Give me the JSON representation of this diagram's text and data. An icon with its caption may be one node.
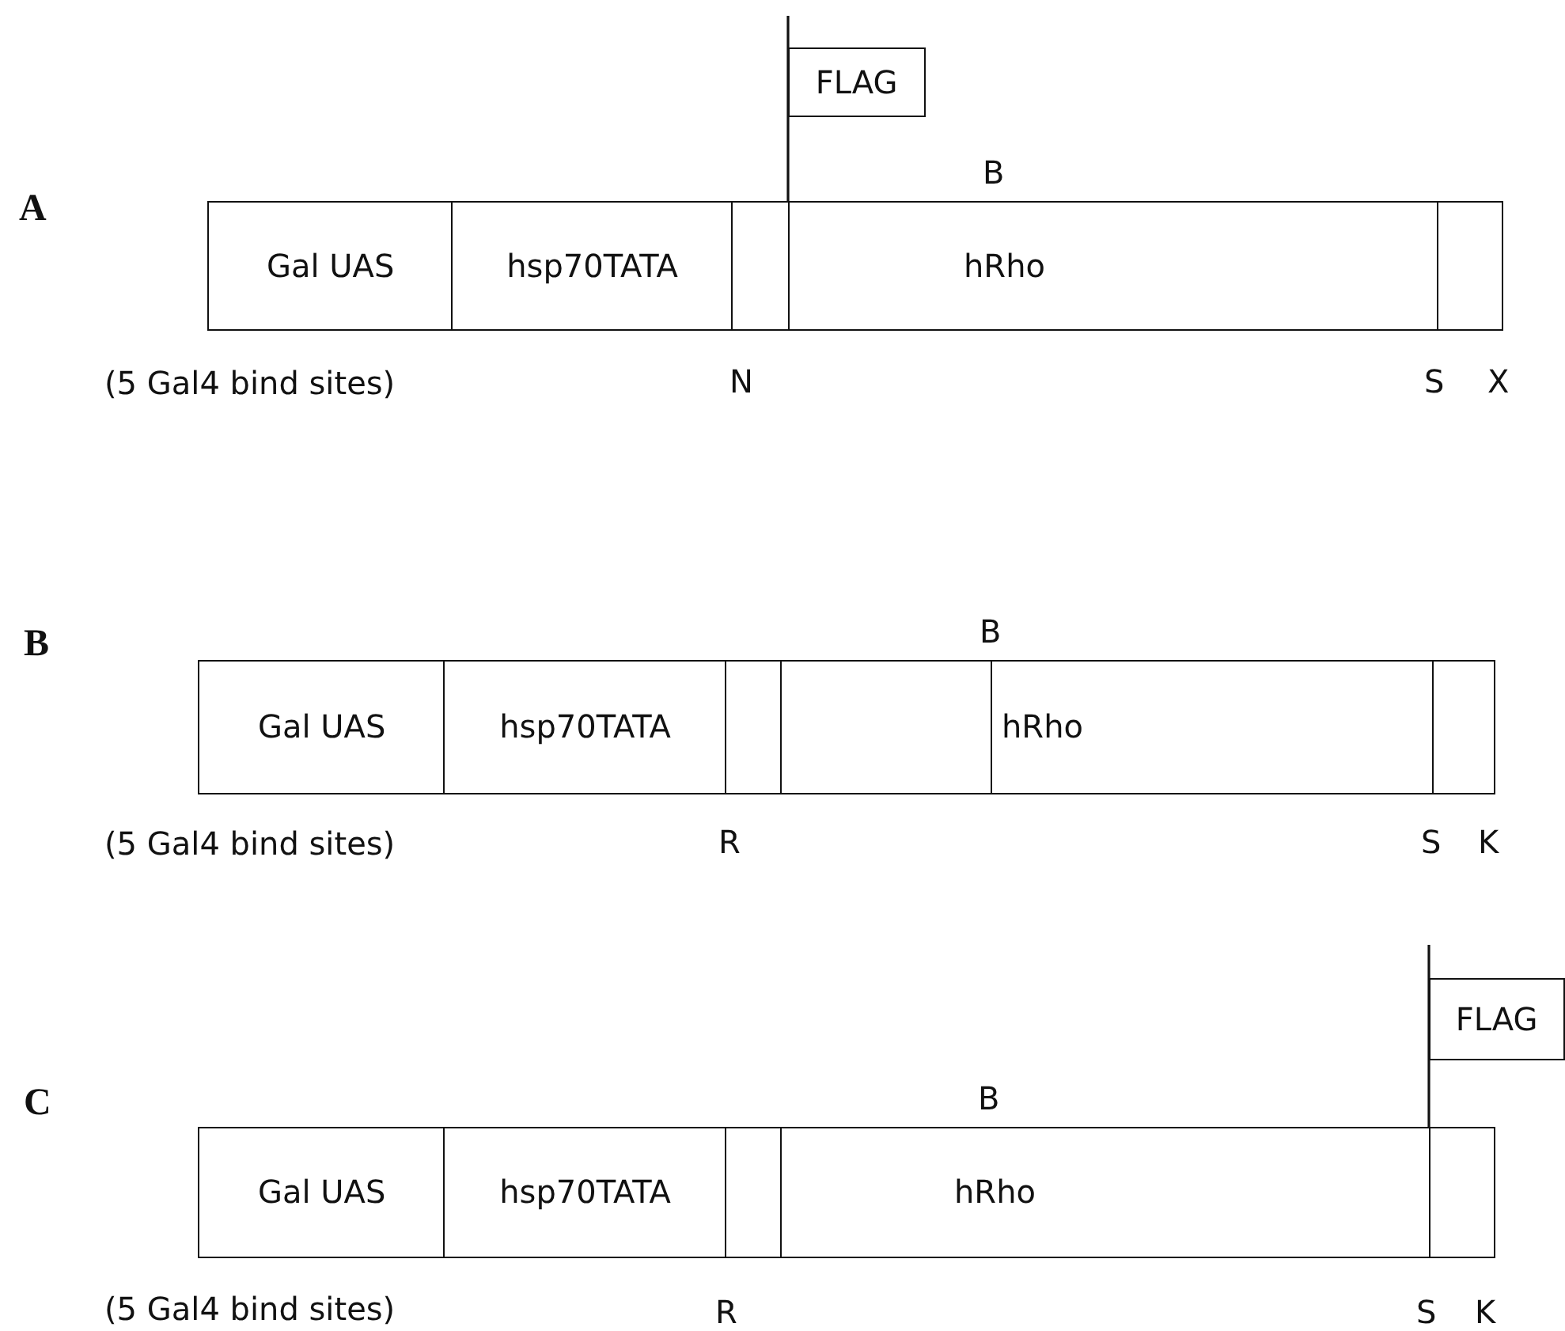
{
  "diagram": {
    "nodes": [
      {
        "text": [
          "Gal UAS"
        ],
        "beside": [
          "(5 Gal4 bind sites)"
        ]
      },
      {
        "text": [
          "hsp70TATA"
        ]
      },
      {
        "text": [],
        "shape": "box"
      },
      {
        "text": [
          "FLAG"
        ]
      },
      {
        "text": [
          "hRho"
        ]
      },
      {
        "text": [],
        "shape": "box"
      },
      {
        "text": [
          "Gal UAS"
        ],
        "beside": [
          "(5 Gal4 bind sites)"
        ]
      },
      {
        "text": [
          "hsp70TATA"
        ]
      },
      {
        "text": [],
        "shape": "box"
      },
      {
        "text": [
          "hRho"
        ]
      },
      {
        "text": [],
        "shape": "box"
      },
      {
        "text": [
          "Gal UAS"
        ],
        "beside": [
          "(5 Gal4 bind sites)"
        ]
      },
      {
        "text": [
          "hsp70TATA"
        ]
      },
      {
        "text": [],
        "shape": "box"
      },
      {
        "text": [
          "FLAG"
        ]
      },
      {
        "text": [
          "hRho"
        ]
      },
      {
        "text": [],
        "shape": "box"
      }
    ],
    "labels": [
      "A",
      "B",
      "N",
      "S",
      "X",
      "B",
      "B",
      "R",
      "S",
      "K",
      "C",
      "B",
      "R",
      "S",
      "K"
    ]
  }
}
